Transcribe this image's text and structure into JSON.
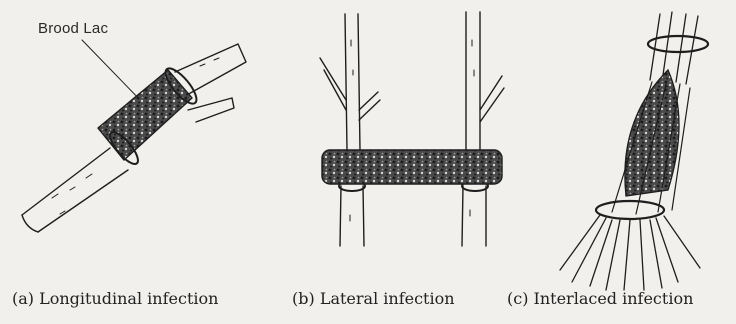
{
  "callout": {
    "label": "Brood Lac"
  },
  "captions": [
    "(a) Longitudinal infection",
    "(b) Lateral infection",
    "(c) Interlaced infection"
  ],
  "colors": {
    "ink": "#1e1e1e",
    "paper": "#f1f0ec",
    "lac": "#2b2b2b"
  }
}
